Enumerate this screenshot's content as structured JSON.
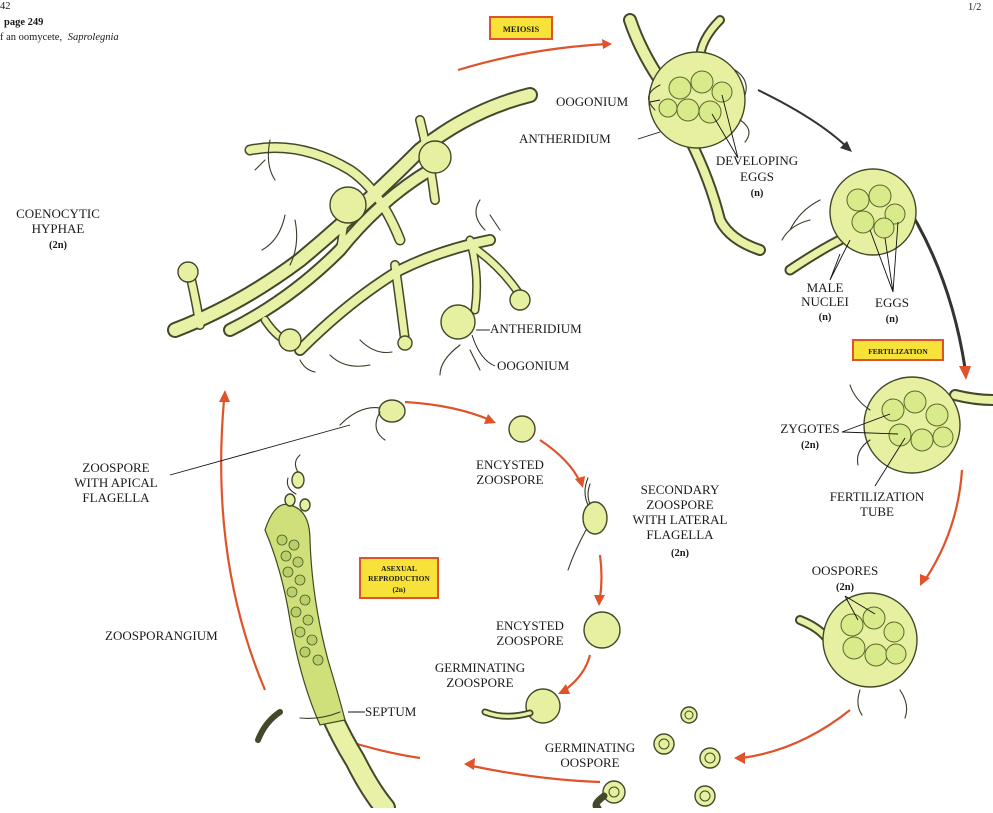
{
  "header": {
    "line1": "42",
    "line2": "page 249",
    "line3_prefix": "f an oomycete,",
    "line3_genus": "Saprolegnia",
    "corner": "1/2"
  },
  "stage_tags": {
    "meiosis": "MEIOSIS",
    "fertilization": "FERTILIZATION",
    "asexual_line1": "ASEXUAL",
    "asexual_line2": "REPRODUCTION",
    "asexual_line3": "(2n)"
  },
  "labels": {
    "coenocytic_1": "COENOCYTIC",
    "coenocytic_2": "HYPHAE",
    "coenocytic_3": "(2n)",
    "antheridium_left": "ANTHERIDIUM",
    "oogonium_left": "OOGONIUM",
    "oogonium_top": "OOGONIUM",
    "antheridium_top": "ANTHERIDIUM",
    "developing_1": "DEVELOPING",
    "developing_2": "EGGS",
    "developing_3": "(n)",
    "male_1": "MALE",
    "male_2": "NUCLEI",
    "male_3": "(n)",
    "eggs_1": "EGGS",
    "eggs_2": "(n)",
    "zygotes_1": "ZYGOTES",
    "zygotes_2": "(2n)",
    "fert_tube_1": "FERTILIZATION",
    "fert_tube_2": "TUBE",
    "oospores_1": "OOSPORES",
    "oospores_2": "(2n)",
    "germ_oospore_1": "GERMINATING",
    "germ_oospore_2": "OOSPORE",
    "zoospore_apical_1": "ZOOSPORE",
    "zoospore_apical_2": "WITH APICAL",
    "zoospore_apical_3": "FLAGELLA",
    "encysted1_1": "ENCYSTED",
    "encysted1_2": "ZOOSPORE",
    "secondary_1": "SECONDARY",
    "secondary_2": "ZOOSPORE",
    "secondary_3": "WITH LATERAL",
    "secondary_4": "FLAGELLA",
    "secondary_5": "(2n)",
    "encysted2_1": "ENCYSTED",
    "encysted2_2": "ZOOSPORE",
    "germ_zoospore_1": "GERMINATING",
    "germ_zoospore_2": "ZOOSPORE",
    "zoosporangium": "ZOOSPORANGIUM",
    "septum": "SEPTUM"
  },
  "colors": {
    "cell_fill": "#e7f0a0",
    "arrow": "#e0522a",
    "tag_fill": "#f7e23a",
    "tag_border": "#e0522a"
  }
}
